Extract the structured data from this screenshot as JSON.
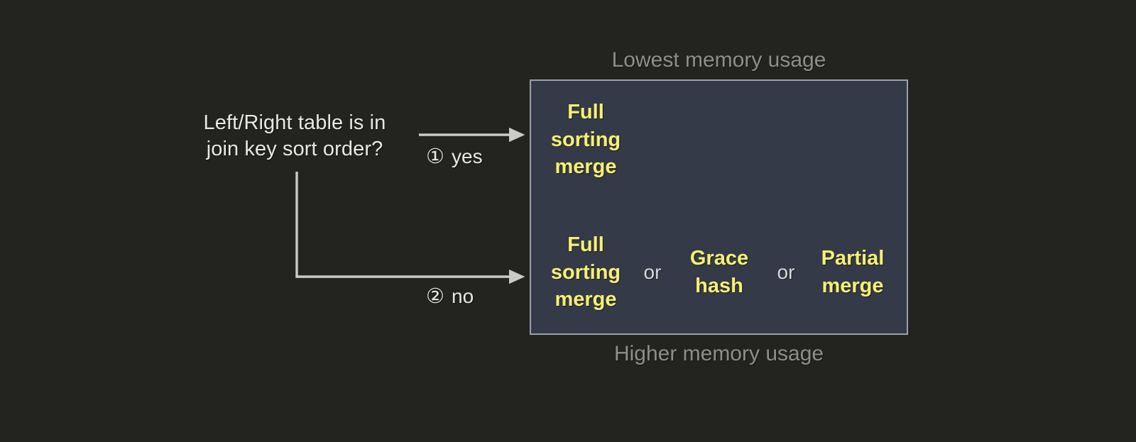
{
  "diagram": {
    "question": {
      "line1": "Left/Right table is in",
      "line2": "join key sort order?"
    },
    "branches": [
      {
        "marker": "①",
        "label": "yes"
      },
      {
        "marker": "②",
        "label": "no"
      }
    ],
    "captions": {
      "top": "Lowest memory usage",
      "bottom": "Higher memory usage"
    },
    "panel": {
      "rows": [
        {
          "items": [
            {
              "type": "option",
              "line1": "Full",
              "line2": "sorting",
              "line3": "merge"
            }
          ]
        },
        {
          "items": [
            {
              "type": "option",
              "line1": "Full",
              "line2": "sorting",
              "line3": "merge"
            },
            {
              "type": "separator",
              "text": "or"
            },
            {
              "type": "option",
              "line1": "Grace",
              "line2": "hash",
              "line3": ""
            },
            {
              "type": "separator",
              "text": "or"
            },
            {
              "type": "option",
              "line1": "Partial",
              "line2": "merge",
              "line3": ""
            }
          ]
        }
      ]
    },
    "colors": {
      "background": "#23241f",
      "panel_fill": "#343a48",
      "panel_border": "#9ba1a8",
      "option_text": "#f7f072",
      "body_text": "#e8e8e6",
      "caption_text": "#8e8f8b",
      "connector": "#c9cbc6"
    }
  }
}
